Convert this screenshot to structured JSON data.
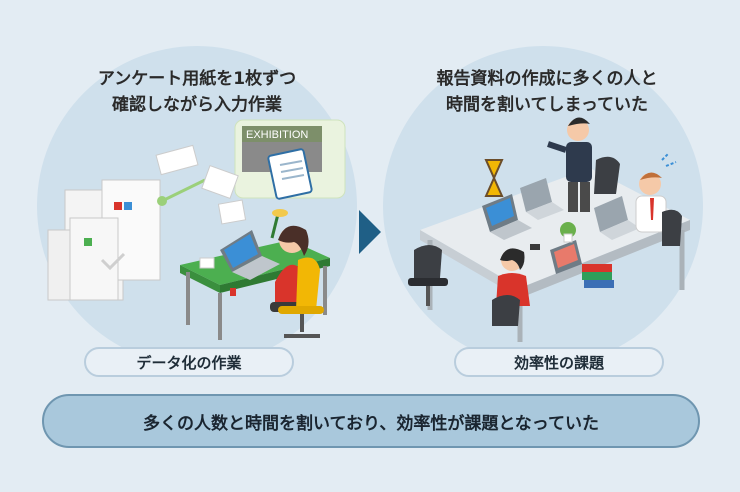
{
  "left_panel": {
    "caption_line1": "アンケート用紙を1枚ずつ",
    "caption_line2": "確認しながら入力作業",
    "sign_text": "EXHIBITION",
    "label": "データ化の作業"
  },
  "right_panel": {
    "caption_line1": "報告資料の作成に多くの人と",
    "caption_line2": "時間を割いてしまっていた",
    "label": "効率性の課題"
  },
  "summary": "多くの人数と時間を割いており、効率性が課題となっていた",
  "colors": {
    "background": "#e3ecf3",
    "circle": "#cfe0ec",
    "arrow": "#1f5f86",
    "desk_green": "#4caf50",
    "accent_red": "#d9342b"
  }
}
